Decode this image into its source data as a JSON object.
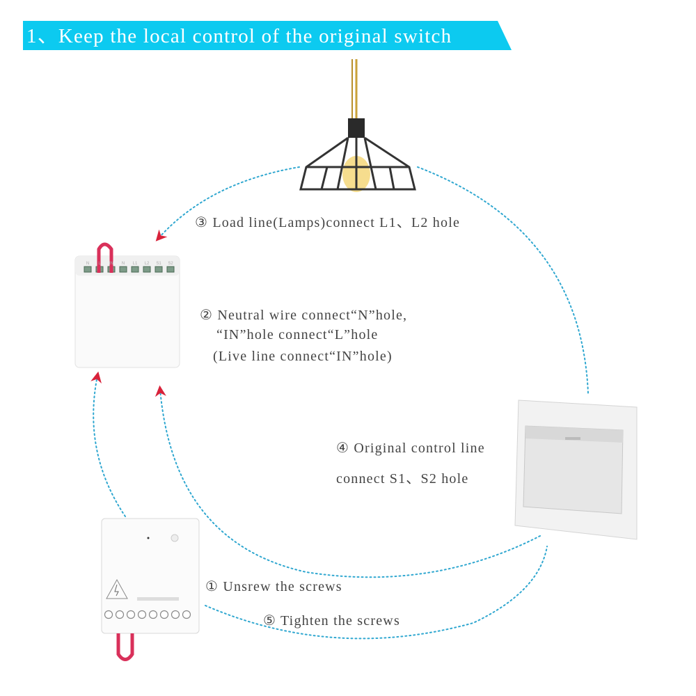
{
  "header": {
    "title": "1、Keep the local control of the original switch",
    "color": "#0ccaf0"
  },
  "steps": {
    "load_line": "③ Load line(Lamps)connect L1、L2 hole",
    "neutral_line1": "② Neutral wire connect“N”hole,",
    "neutral_line2": "“IN”hole connect“L”hole",
    "neutral_line3": "(Live line connect“IN”hole)",
    "control_line1": "④ Original control line",
    "control_line2": "connect S1、S2 hole",
    "unscrew": "① Unsrew the screws",
    "tighten": "⑤ Tighten the screws"
  },
  "module_terminals": [
    "N",
    "L",
    "IN",
    "N",
    "L1",
    "L2",
    "S1",
    "S2"
  ],
  "colors": {
    "dotted_line": "#2fa7d0",
    "arrow": "#d8223a",
    "wire": "#d9305a"
  }
}
